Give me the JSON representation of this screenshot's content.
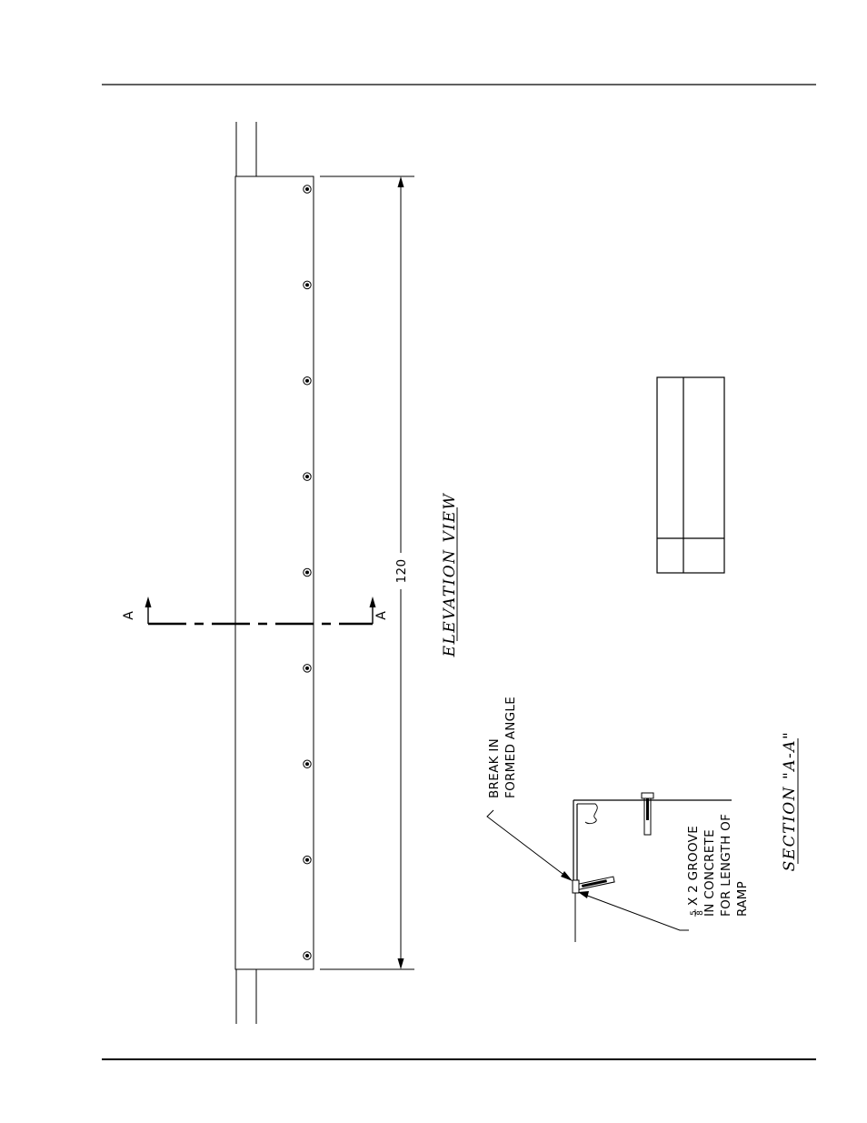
{
  "elevation": {
    "title": "ELEVATION VIEW",
    "dimension": "120",
    "section_marker": "A",
    "bolt_count": 9
  },
  "section": {
    "title": "SECTION \"A-A\"",
    "callout_break": [
      "BREAK IN",
      "FORMED ANGLE"
    ],
    "callout_groove": {
      "fraction_num": "5",
      "fraction_den": "8",
      "lines": [
        " X 2 GROOVE",
        "IN CONCRETE",
        "FOR LENGTH OF",
        "RAMP"
      ]
    }
  },
  "title_block": {
    "rows": [
      "",
      ""
    ]
  }
}
